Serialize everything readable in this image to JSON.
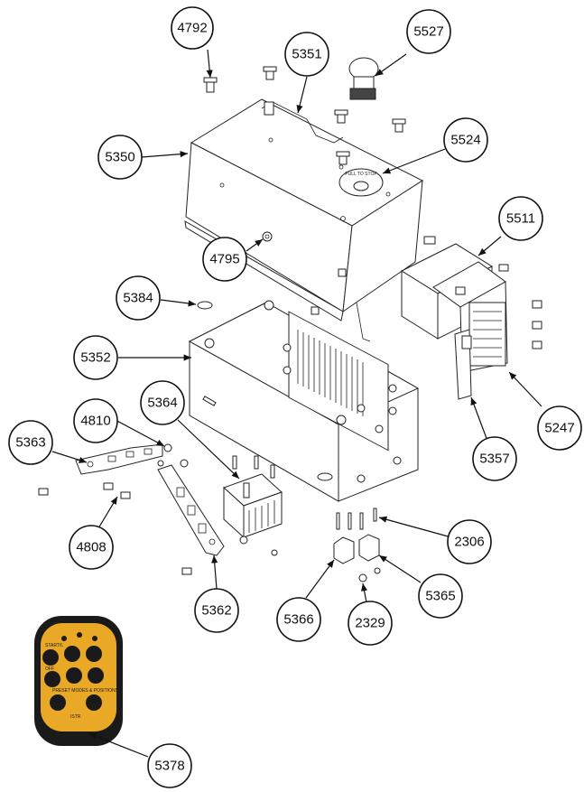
{
  "diagram": {
    "callouts": [
      "4792",
      "5351",
      "5527",
      "5350",
      "5524",
      "4795",
      "5511",
      "5384",
      "5352",
      "5364",
      "4810",
      "5363",
      "5247",
      "5357",
      "4808",
      "2306",
      "5362",
      "5366",
      "5365",
      "2329",
      "5378"
    ],
    "stamp": "PULL TO STOP",
    "remote": {
      "labels": [
        "START/L",
        "OFF",
        "PRESET MODES & POSITIONS"
      ],
      "brand": "ISTR"
    }
  }
}
